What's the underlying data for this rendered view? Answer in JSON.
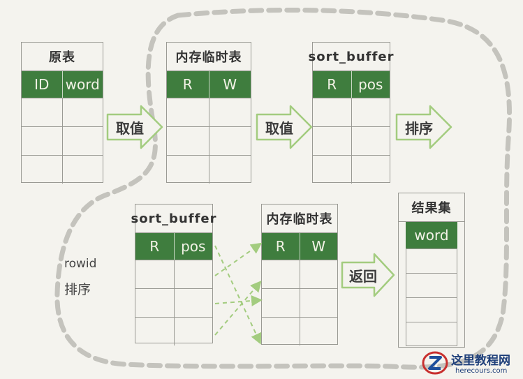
{
  "tables": {
    "orig": {
      "title": "原表",
      "cols": [
        "ID",
        "word"
      ]
    },
    "tmp1": {
      "title": "内存临时表",
      "cols": [
        "R",
        "W"
      ]
    },
    "sb1": {
      "title": "sort_buffer",
      "cols": [
        "R",
        "pos"
      ]
    },
    "sb2": {
      "title": "sort_buffer",
      "cols": [
        "R",
        "pos"
      ]
    },
    "tmp2": {
      "title": "内存临时表",
      "cols": [
        "R",
        "W"
      ]
    },
    "result": {
      "title": "结果集",
      "cols": [
        "word"
      ]
    }
  },
  "arrows": {
    "a1": "取值",
    "a2": "取值",
    "a3": "排序",
    "a4": "返回"
  },
  "side_label": {
    "line1": "rowid",
    "line2": "排序"
  },
  "watermark": {
    "name": "这里教程网",
    "url": "herecours.com"
  },
  "colors": {
    "header_green": "#3f7d3e",
    "arrow_green": "#a3cc7f",
    "dashed": "#c4c3bd"
  }
}
